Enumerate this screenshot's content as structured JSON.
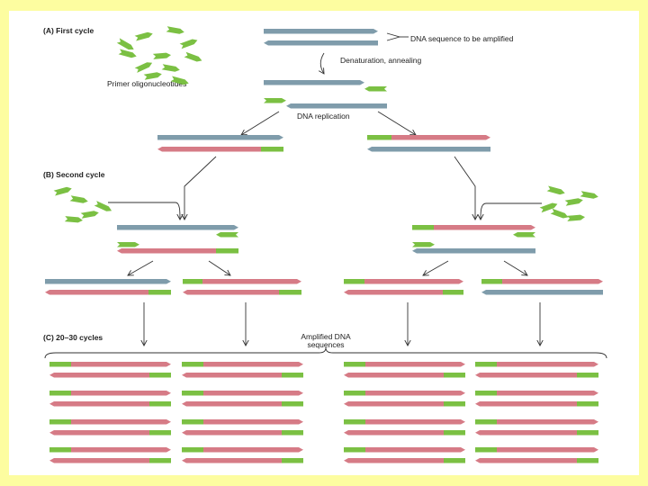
{
  "colors": {
    "original": "#7f9cab",
    "copy": "#d67b86",
    "primer": "#7bc043",
    "line": "#333333",
    "background": "#fdfda0"
  },
  "sections": {
    "a": "(A)  First cycle",
    "b": "(B)  Second cycle",
    "c": "(C)  20–30 cycles"
  },
  "labels": {
    "sequence": "DNA sequence to be amplified",
    "denaturation": "Denaturation, annealing",
    "primers": "Primer oligonucleotides",
    "replication": "DNA replication",
    "amplified_line1": "Amplified DNA",
    "amplified_line2": "sequences"
  }
}
